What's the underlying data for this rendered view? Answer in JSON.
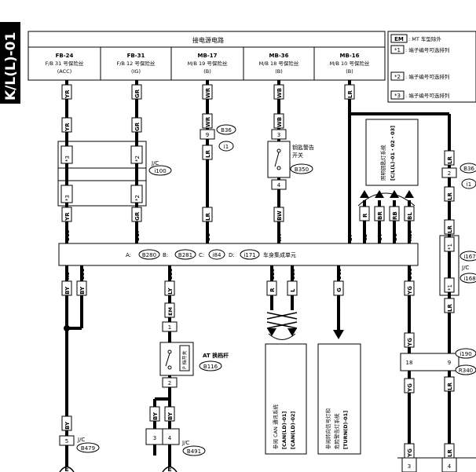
{
  "page_tag": "K/L(L)-01",
  "power_header": "接电源电路",
  "fuses": [
    {
      "code": "FB-24",
      "desc": "F/B 31 号保险丝",
      "sub": "(ACC)"
    },
    {
      "code": "FB-31",
      "desc": "F/B 12 号保险丝",
      "sub": "(IG)"
    },
    {
      "code": "MB-17",
      "desc": "M/B 19 号保险丝",
      "sub": "(B)"
    },
    {
      "code": "MB-36",
      "desc": "M/B 18 号保险丝",
      "sub": "(B)"
    },
    {
      "code": "MB-16",
      "desc": "M/B 10 号保险丝",
      "sub": "(B)"
    }
  ],
  "legend": [
    {
      "key": "EM",
      "text": ": MT 车型除外"
    },
    {
      "key": "*1",
      "text": ": 端子编号可选排列"
    },
    {
      "key": "*2",
      "text": ": 端子编号可选排列"
    },
    {
      "key": "*3",
      "text": ": 端子编号可选排列"
    }
  ],
  "top_wires": [
    "YR",
    "GR",
    "WR",
    "WB",
    "LR"
  ],
  "star3": "*3",
  "star2": "*2",
  "star1": "*1",
  "jc_label": "J/C",
  "conn_i100": "i100",
  "conn_b36": "B36",
  "conn_i1": "i1",
  "conn_b350": "B350",
  "pin9": "9",
  "pin3": "3",
  "pin4": "4",
  "pin2": "2",
  "key_warning": [
    "钥匙警告",
    "开关"
  ],
  "lr": "LR",
  "bw": "BW",
  "sys_box": [
    "照明钥匙灯系统",
    "[C/L(L)-01・02・03]"
  ],
  "mid_wires": [
    "C3",
    "C4",
    "D8",
    "A25"
  ],
  "mid_wire_colors": [
    "R",
    "BR",
    "RB",
    "BL"
  ],
  "bcm_pins_top": [
    "D25",
    "D17",
    "D1",
    "A4",
    "B7"
  ],
  "bcm_text": [
    "A:",
    "B280",
    "B:",
    "B281",
    "C:",
    "i84",
    "D:",
    "i171",
    "车身集成单元"
  ],
  "bcm_pins_bottom": [
    "A1",
    "B31",
    "B21",
    "B20",
    "B28",
    "D18",
    "D11"
  ],
  "bottom_wires": [
    "BY",
    "BY",
    "LY",
    "R",
    "L",
    "G",
    "YG"
  ],
  "em": "EM",
  "pin1": "1",
  "at_label": "AT 换档杆",
  "p_switch": "P 档开关",
  "conn_b116": "B116",
  "by": "BY",
  "pin5": "5",
  "conn_b479": "B479",
  "conn_b491": "B491",
  "can_box": [
    "参阅 CAN 通讯系统",
    "[CAN(LD)-01]",
    "[CAN(LD)-02]"
  ],
  "turn_box": [
    "参阅转向信号灯和",
    "危险警告灯系统",
    "[TURN(D)-01]"
  ],
  "yg": "YG",
  "pin18": "18",
  "conn_i167": "i167",
  "conn_i168": "i168",
  "conn_i190": "i190",
  "conn_r340": "R340",
  "bottom_e": "E"
}
